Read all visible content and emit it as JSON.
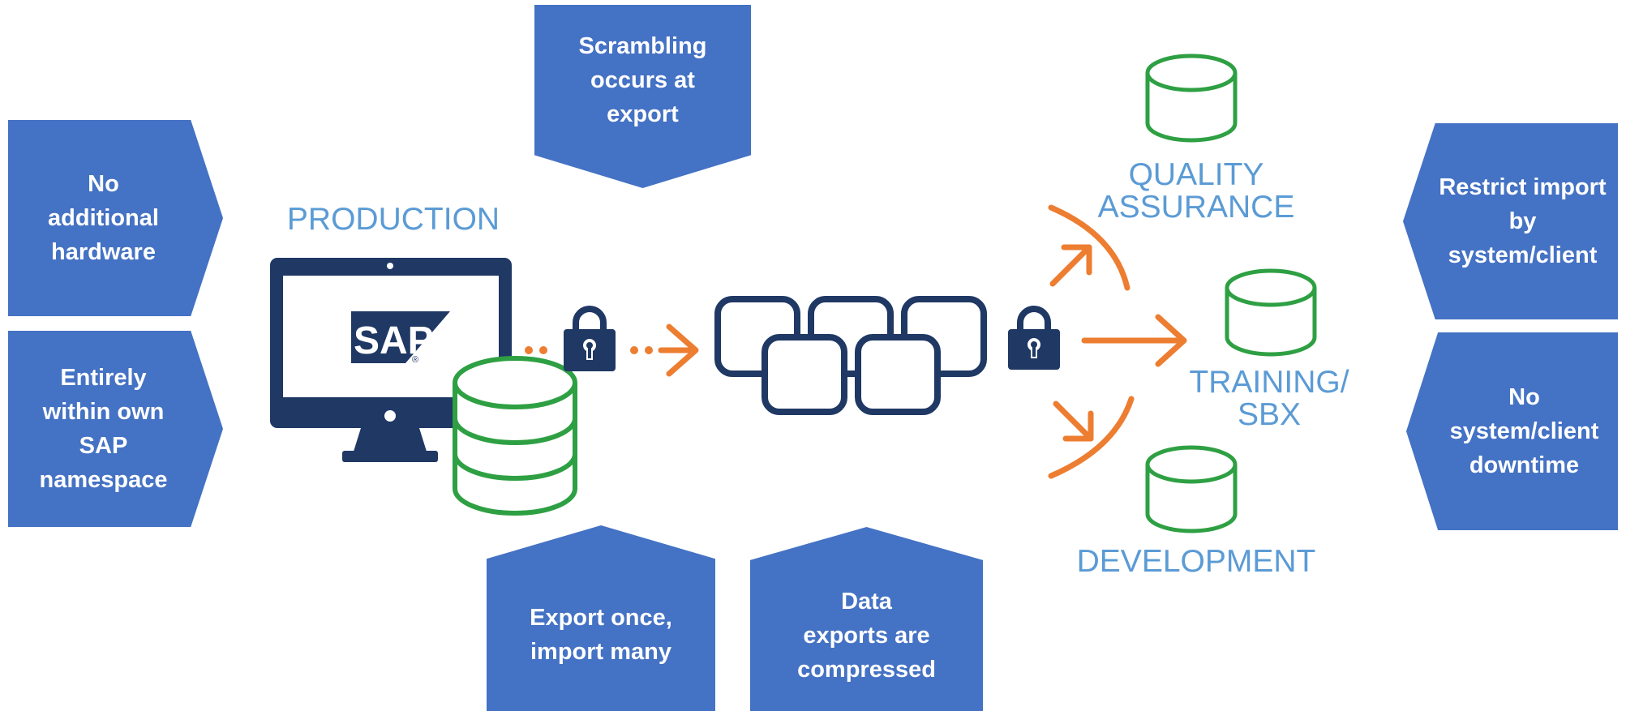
{
  "diagram": {
    "source": {
      "label": "PRODUCTION",
      "logo_text": "SAP",
      "logo_mark": "®"
    },
    "targets": [
      {
        "label_line1": "QUALITY",
        "label_line2": "ASSURANCE"
      },
      {
        "label_line1": "TRAINING/",
        "label_line2": "SBX"
      },
      {
        "label_line1": "DEVELOPMENT",
        "label_line2": ""
      }
    ],
    "callouts": {
      "no_hardware": [
        "No",
        "additional",
        "hardware"
      ],
      "namespace": [
        "Entirely",
        "within own",
        "SAP",
        "namespace"
      ],
      "scrambling": [
        "Scrambling",
        "occurs at",
        "export"
      ],
      "export_once": [
        "Export once,",
        "import many"
      ],
      "compressed": [
        "Data",
        "exports are",
        "compressed"
      ],
      "restrict": [
        "Restrict import",
        "by",
        "system/client"
      ],
      "downtime": [
        "No",
        "system/client",
        "downtime"
      ]
    },
    "colors": {
      "callout_fill": "#4472c4",
      "callout_text": "#ffffff",
      "label_text": "#5b9bd5",
      "navy": "#1f3864",
      "database_green": "#2ea043",
      "arrow_orange": "#ed7d31"
    },
    "icons": [
      "monitor-icon",
      "database-icon",
      "padlock-icon",
      "package-blocks-icon",
      "arrow-icon"
    ]
  }
}
